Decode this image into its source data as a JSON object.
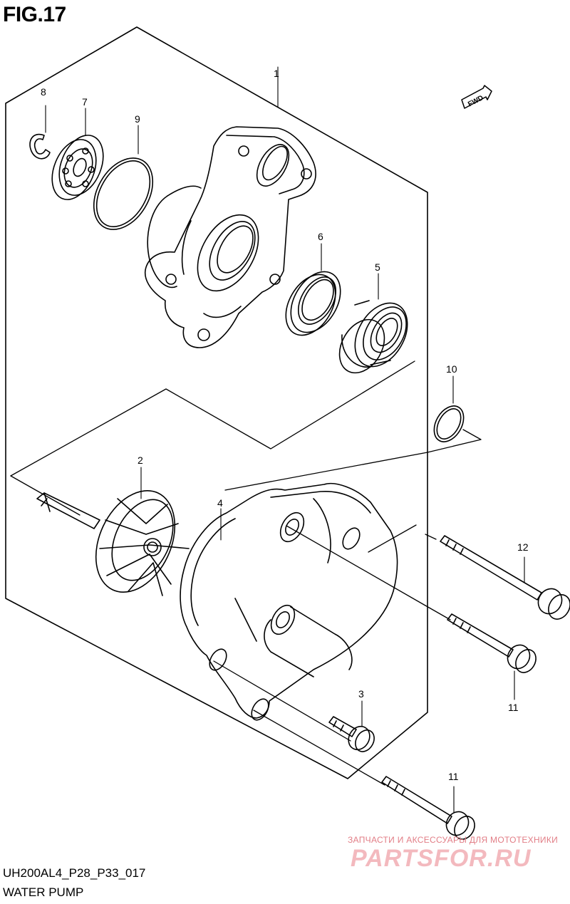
{
  "figure": {
    "title": "FIG.17",
    "code": "UH200AL4_P28_P33_017",
    "name": "WATER PUMP",
    "fwd_label": "FWD"
  },
  "callouts": [
    "1",
    "2",
    "3",
    "4",
    "5",
    "6",
    "7",
    "8",
    "9",
    "10",
    "11",
    "11",
    "12"
  ],
  "watermark": {
    "line1": "ЗАПЧАСТИ И АКСЕССУАРЫ ДЛЯ МОТОТЕХНИКИ",
    "line2": "PARTSFOR.RU"
  },
  "colors": {
    "ink": "#000000",
    "watermark_red": "#e27d86",
    "watermark_light": "#f3b9be"
  }
}
